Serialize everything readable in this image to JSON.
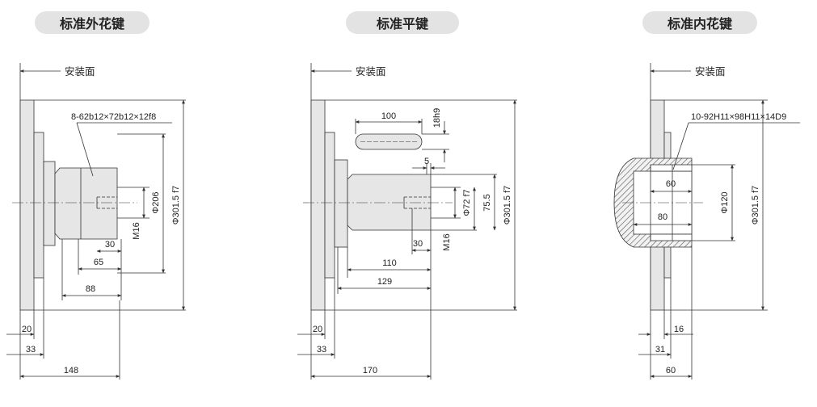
{
  "titles": {
    "external_spline": "标准外花键",
    "flat_key": "标准平键",
    "internal_spline": "标准内花键"
  },
  "mount_face_label": "安装面",
  "external_spline": {
    "spline_spec": "8-62b12×72b12×12f8",
    "thread": "M16",
    "dim_dia_shaft": "Φ206",
    "dim_dia_flange": "Φ301.5 f7",
    "dim_thread_depth": "30",
    "dim_65": "65",
    "dim_88": "88",
    "dim_20": "20",
    "dim_33": "33",
    "dim_148": "148"
  },
  "flat_key": {
    "key_length": "100",
    "key_width": "18h9",
    "dim_5": "5",
    "dim_dia_shaft": "Φ72 f7",
    "dim_75_5": "75.5",
    "dim_dia_flange": "Φ301.5 f7",
    "thread": "M16",
    "dim_thread_depth": "30",
    "dim_110": "110",
    "dim_129": "129",
    "dim_20": "20",
    "dim_33": "33",
    "dim_170": "170"
  },
  "internal_spline": {
    "spline_spec": "10-92H11×98H11×14D9",
    "dim_60_inner": "60",
    "dim_80": "80",
    "dim_dia_bore": "Φ120",
    "dim_dia_flange": "Φ301.5 f7",
    "dim_16": "16",
    "dim_31": "31",
    "dim_60": "60"
  },
  "colors": {
    "part_fill": "#e6e6e6",
    "line": "#333333",
    "section_hatch": "#555555",
    "title_pill": "#e3e3e3"
  }
}
